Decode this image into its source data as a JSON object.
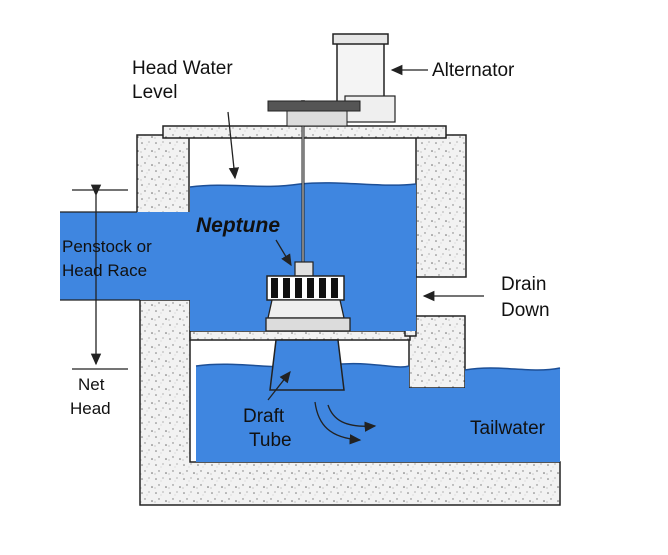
{
  "labels": {
    "head_water_line1": "Head Water",
    "head_water_line2": "Level",
    "alternator": "Alternator",
    "neptune": "Neptune",
    "penstock_line1": "Penstock or",
    "penstock_line2": "Head Race",
    "drain_line1": "Drain",
    "drain_line2": "Down",
    "net_head_line1": "Net",
    "net_head_line2": "Head",
    "draft_line1": "Draft",
    "draft_line2": "Tube",
    "tailwater": "Tailwater"
  },
  "colors": {
    "water": "#3f86e0",
    "concrete": "#f2f2f2",
    "outline": "#222222",
    "background": "#ffffff"
  }
}
